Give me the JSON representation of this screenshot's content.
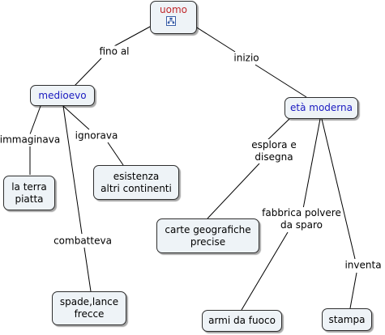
{
  "nodes": {
    "uomo": "uomo",
    "medioevo": "medioevo",
    "eta_moderna": "età moderna",
    "terra_piatta": "la terra\npiatta",
    "altri_continenti": "esistenza\naltri continenti",
    "spade_lance": "spade,lance\nfrecce",
    "carte": "carte geografiche\nprecise",
    "armi": "armi da fuoco",
    "stampa": "stampa"
  },
  "links": {
    "fino_al": "fino al",
    "inizio": "inizio",
    "immaginava": "immaginava",
    "ignorava": "ignorava",
    "combatteva": "combatteva",
    "esplora": "esplora e\ndisegna",
    "fabbrica": "fabbrica polvere\nda sparo",
    "inventa": "inventa"
  },
  "colors": {
    "node_fill": "#eef3f7",
    "root_text": "#c0282b",
    "concept_text": "#1a1ac0",
    "line": "#000000"
  },
  "icons": {
    "root_icon": "concept-map-icon"
  }
}
